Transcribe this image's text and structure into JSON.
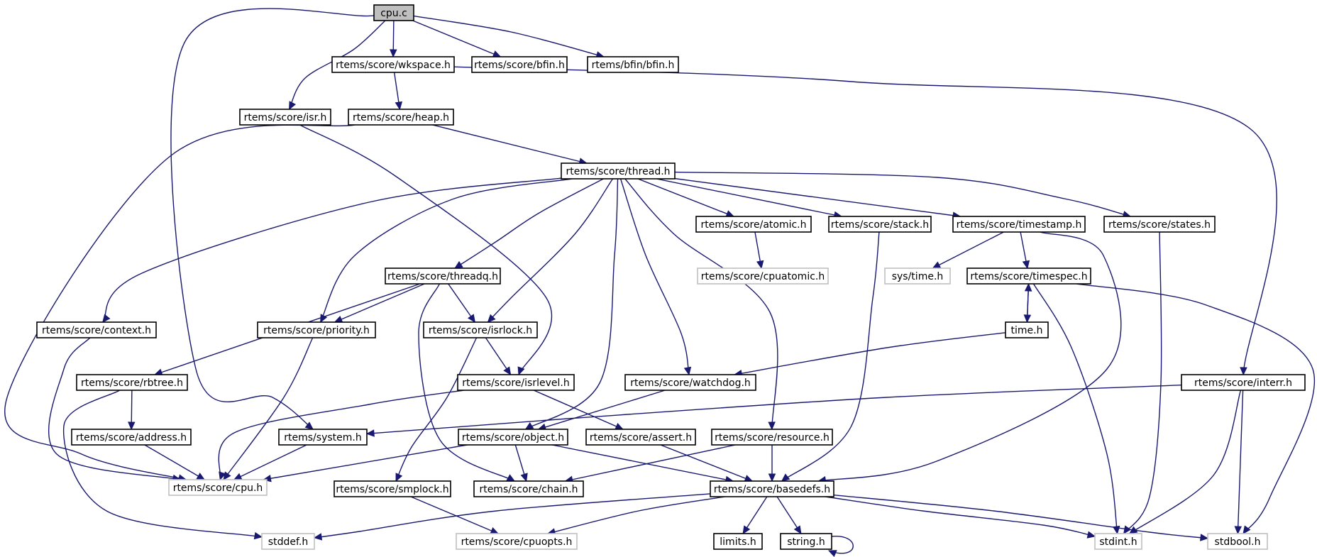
{
  "graph": {
    "root": "cpu.c",
    "nodes": [
      {
        "id": "cpu_c",
        "label": "cpu.c",
        "style": "root"
      },
      {
        "id": "wkspace",
        "label": "rtems/score/wkspace.h",
        "style": "normal"
      },
      {
        "id": "score_bfin",
        "label": "rtems/score/bfin.h",
        "style": "normal"
      },
      {
        "id": "bfin_bfin",
        "label": "rtems/bfin/bfin.h",
        "style": "normal"
      },
      {
        "id": "isr",
        "label": "rtems/score/isr.h",
        "style": "normal"
      },
      {
        "id": "heap",
        "label": "rtems/score/heap.h",
        "style": "normal"
      },
      {
        "id": "thread",
        "label": "rtems/score/thread.h",
        "style": "normal"
      },
      {
        "id": "atomic",
        "label": "rtems/score/atomic.h",
        "style": "normal"
      },
      {
        "id": "stack",
        "label": "rtems/score/stack.h",
        "style": "normal"
      },
      {
        "id": "timestamp",
        "label": "rtems/score/timestamp.h",
        "style": "normal"
      },
      {
        "id": "states",
        "label": "rtems/score/states.h",
        "style": "normal"
      },
      {
        "id": "cpuatomic",
        "label": "rtems/score/cpuatomic.h",
        "style": "missing"
      },
      {
        "id": "threadq",
        "label": "rtems/score/threadq.h",
        "style": "normal"
      },
      {
        "id": "systime",
        "label": "sys/time.h",
        "style": "missing"
      },
      {
        "id": "timespec",
        "label": "rtems/score/timespec.h",
        "style": "normal"
      },
      {
        "id": "context",
        "label": "rtems/score/context.h",
        "style": "normal"
      },
      {
        "id": "priority",
        "label": "rtems/score/priority.h",
        "style": "normal"
      },
      {
        "id": "isrlock",
        "label": "rtems/score/isrlock.h",
        "style": "normal"
      },
      {
        "id": "time_h",
        "label": "time.h",
        "style": "normal"
      },
      {
        "id": "rbtree",
        "label": "rtems/score/rbtree.h",
        "style": "normal"
      },
      {
        "id": "isrlevel",
        "label": "rtems/score/isrlevel.h",
        "style": "normal"
      },
      {
        "id": "watchdog",
        "label": "rtems/score/watchdog.h",
        "style": "normal"
      },
      {
        "id": "interr",
        "label": "rtems/score/interr.h",
        "style": "normal"
      },
      {
        "id": "address",
        "label": "rtems/score/address.h",
        "style": "normal"
      },
      {
        "id": "system",
        "label": "rtems/system.h",
        "style": "normal"
      },
      {
        "id": "object",
        "label": "rtems/score/object.h",
        "style": "normal"
      },
      {
        "id": "assert",
        "label": "rtems/score/assert.h",
        "style": "normal"
      },
      {
        "id": "resource",
        "label": "rtems/score/resource.h",
        "style": "normal"
      },
      {
        "id": "cpu_h",
        "label": "rtems/score/cpu.h",
        "style": "missing"
      },
      {
        "id": "smplock",
        "label": "rtems/score/smplock.h",
        "style": "normal"
      },
      {
        "id": "chain",
        "label": "rtems/score/chain.h",
        "style": "normal"
      },
      {
        "id": "basedefs",
        "label": "rtems/score/basedefs.h",
        "style": "normal"
      },
      {
        "id": "stddef",
        "label": "stddef.h",
        "style": "missing"
      },
      {
        "id": "cpuopts",
        "label": "rtems/score/cpuopts.h",
        "style": "missing"
      },
      {
        "id": "limits",
        "label": "limits.h",
        "style": "normal"
      },
      {
        "id": "string",
        "label": "string.h",
        "style": "normal"
      },
      {
        "id": "stdint",
        "label": "stdint.h",
        "style": "missing"
      },
      {
        "id": "stdbool",
        "label": "stdbool.h",
        "style": "missing"
      }
    ],
    "edges": [
      [
        "cpu_c",
        "wkspace"
      ],
      [
        "cpu_c",
        "score_bfin"
      ],
      [
        "cpu_c",
        "bfin_bfin"
      ],
      [
        "cpu_c",
        "isr"
      ],
      [
        "cpu_c",
        "system"
      ],
      [
        "wkspace",
        "heap"
      ],
      [
        "wkspace",
        "interr"
      ],
      [
        "isr",
        "isrlevel"
      ],
      [
        "heap",
        "thread"
      ],
      [
        "heap",
        "cpu_h"
      ],
      [
        "thread",
        "atomic"
      ],
      [
        "thread",
        "stack"
      ],
      [
        "thread",
        "timestamp"
      ],
      [
        "thread",
        "states"
      ],
      [
        "thread",
        "threadq"
      ],
      [
        "thread",
        "context"
      ],
      [
        "thread",
        "priority"
      ],
      [
        "thread",
        "isrlock"
      ],
      [
        "thread",
        "object"
      ],
      [
        "thread",
        "watchdog"
      ],
      [
        "thread",
        "resource"
      ],
      [
        "atomic",
        "cpuatomic"
      ],
      [
        "stack",
        "basedefs"
      ],
      [
        "timestamp",
        "systime"
      ],
      [
        "timestamp",
        "timespec"
      ],
      [
        "timestamp",
        "basedefs"
      ],
      [
        "states",
        "stdint"
      ],
      [
        "threadq",
        "priority"
      ],
      [
        "threadq",
        "isrlock"
      ],
      [
        "threadq",
        "rbtree"
      ],
      [
        "threadq",
        "chain"
      ],
      [
        "timespec",
        "time_h"
      ],
      [
        "timespec",
        "stdint"
      ],
      [
        "timespec",
        "stdbool"
      ],
      [
        "time_h",
        "timespec"
      ],
      [
        "time_h",
        "watchdog"
      ],
      [
        "context",
        "cpu_h"
      ],
      [
        "priority",
        "cpu_h"
      ],
      [
        "isrlock",
        "isrlevel"
      ],
      [
        "isrlock",
        "smplock"
      ],
      [
        "rbtree",
        "address"
      ],
      [
        "rbtree",
        "stddef"
      ],
      [
        "isrlevel",
        "cpu_h"
      ],
      [
        "isrlevel",
        "assert"
      ],
      [
        "watchdog",
        "object"
      ],
      [
        "interr",
        "system"
      ],
      [
        "interr",
        "stdint"
      ],
      [
        "interr",
        "stdbool"
      ],
      [
        "address",
        "cpu_h"
      ],
      [
        "system",
        "cpu_h"
      ],
      [
        "object",
        "cpu_h"
      ],
      [
        "object",
        "chain"
      ],
      [
        "object",
        "basedefs"
      ],
      [
        "assert",
        "basedefs"
      ],
      [
        "resource",
        "basedefs"
      ],
      [
        "resource",
        "chain"
      ],
      [
        "smplock",
        "cpuopts"
      ],
      [
        "basedefs",
        "stddef"
      ],
      [
        "basedefs",
        "cpuopts"
      ],
      [
        "basedefs",
        "limits"
      ],
      [
        "basedefs",
        "string"
      ],
      [
        "basedefs",
        "stdint"
      ],
      [
        "basedefs",
        "stdbool"
      ],
      [
        "string",
        "string"
      ]
    ]
  }
}
